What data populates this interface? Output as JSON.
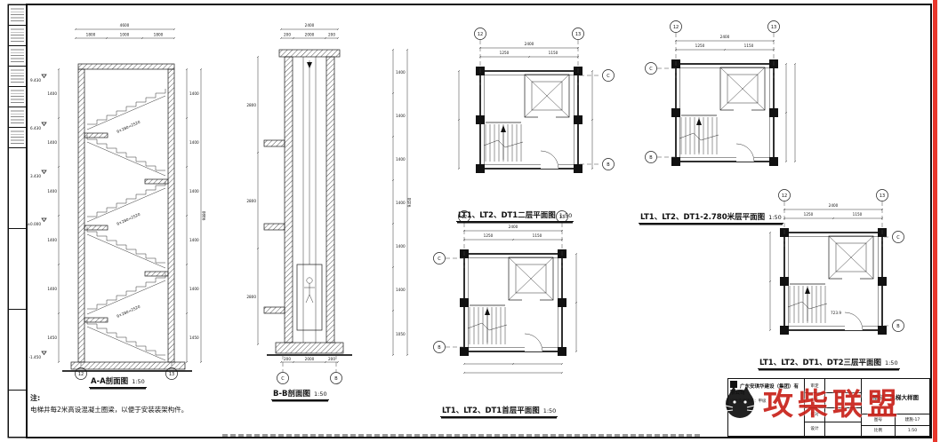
{
  "watermark": {
    "text": "攻柴联盟"
  },
  "note": {
    "prefix": "注:",
    "text": "电梯井每2米高设混凝土圈梁，以便于安装装架构件。"
  },
  "sections": {
    "a": {
      "title": "A-A剖面图",
      "scale": "1:50",
      "top_total": "4600",
      "top_dims": [
        "1800",
        "1000",
        "1800"
      ],
      "left_elevs": [
        "9.430",
        "6.430",
        "3.430",
        "±0.000",
        "-1.450"
      ],
      "left_dims": [
        "1400",
        "1400",
        "1400",
        "1400",
        "1400",
        "1450"
      ],
      "right_dims": [
        "1400",
        "1400",
        "1400",
        "1400",
        "1400",
        "1450"
      ],
      "right_total": "9880",
      "flight_note": "9×280=2520",
      "bubbles": [
        "12",
        "13"
      ]
    },
    "b": {
      "title": "B-B剖面图",
      "scale": "1:50",
      "top_total": "2400",
      "top_dims": [
        "200",
        "2000",
        "200"
      ],
      "left_dims": [
        "2800",
        "2800",
        "2800"
      ],
      "right_dims": [
        "1400",
        "1400",
        "1400",
        "1400",
        "1400",
        "1400",
        "1050"
      ],
      "right_total": "9450",
      "bottom_dims": [
        "200",
        "2000",
        "200"
      ],
      "bubbles": [
        "C",
        "B"
      ]
    }
  },
  "plans": [
    {
      "title": "LT1、LT2、DT1二层平面图",
      "scale": "1:50",
      "top_bubbles": [
        "12",
        "13"
      ],
      "side_bubbles": [
        "C",
        "B"
      ],
      "top_total": "2400",
      "top_dims": [
        "1250",
        "1150"
      ],
      "stair_mark": "上"
    },
    {
      "title": "LT1、LT2、DT1-2.780米层平面图",
      "scale": "1:50",
      "top_bubbles": [
        "12",
        "13"
      ],
      "side_bubbles": [
        "C",
        "B"
      ],
      "top_total": "2400",
      "top_dims": [
        "1250",
        "1150"
      ],
      "stair_mark": "上"
    },
    {
      "title": "LT1、LT2、DT1首层平面图",
      "scale": "1:50",
      "top_bubbles": [
        "12",
        "13"
      ],
      "side_bubbles": [
        "C",
        "B"
      ],
      "top_total": "2400",
      "top_dims": [
        "1250",
        "1150"
      ],
      "stair_mark": "上"
    },
    {
      "title": "LT1、LT2、DT1、DT2三层平面图",
      "scale": "1:50",
      "top_bubbles": [
        "12",
        "13"
      ],
      "side_bubbles": [
        "C",
        "B"
      ],
      "top_total": "2400",
      "top_dims": [
        "1250",
        "1150"
      ],
      "stair_mark": "下",
      "annotation": "723.9"
    }
  ],
  "title_block": {
    "company": "广东安琪华建设（集团）有限公司",
    "grade": "设计资质等级：甲级",
    "staff": [
      "审定",
      "审核",
      "校对",
      "设计"
    ],
    "drawing_title": "楼梯、电梯大样图",
    "no_label": "图号",
    "no_value": "建施-17",
    "scale_label": "比例",
    "scale_value": "1:50"
  }
}
